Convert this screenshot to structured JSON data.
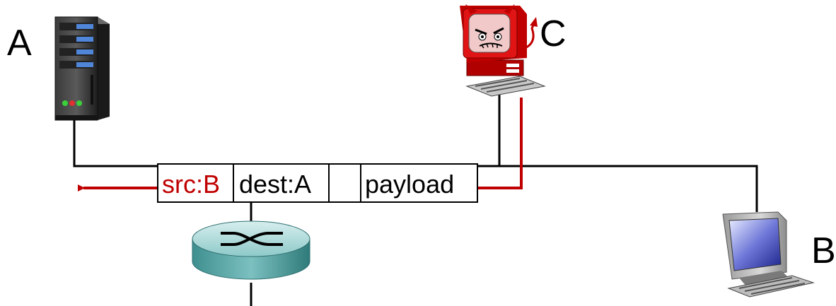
{
  "hosts": {
    "a": {
      "label": "A",
      "icon": "server-tower-icon"
    },
    "b": {
      "label": "B",
      "icon": "desktop-computer-icon"
    },
    "c": {
      "label": "C",
      "icon": "devil-computer-icon"
    }
  },
  "packet": {
    "fields": [
      {
        "text": "src:B",
        "color": "#c00000"
      },
      {
        "text": "dest:A",
        "color": "#000000"
      },
      {
        "text": "",
        "color": "#000000"
      },
      {
        "text": "payload",
        "color": "#000000"
      }
    ]
  },
  "router": {
    "icon": "router-icon"
  },
  "colors": {
    "link": "#000000",
    "spoofed_path": "#c00000",
    "router_body": "#5aa3a3",
    "devil": "#e01414"
  }
}
